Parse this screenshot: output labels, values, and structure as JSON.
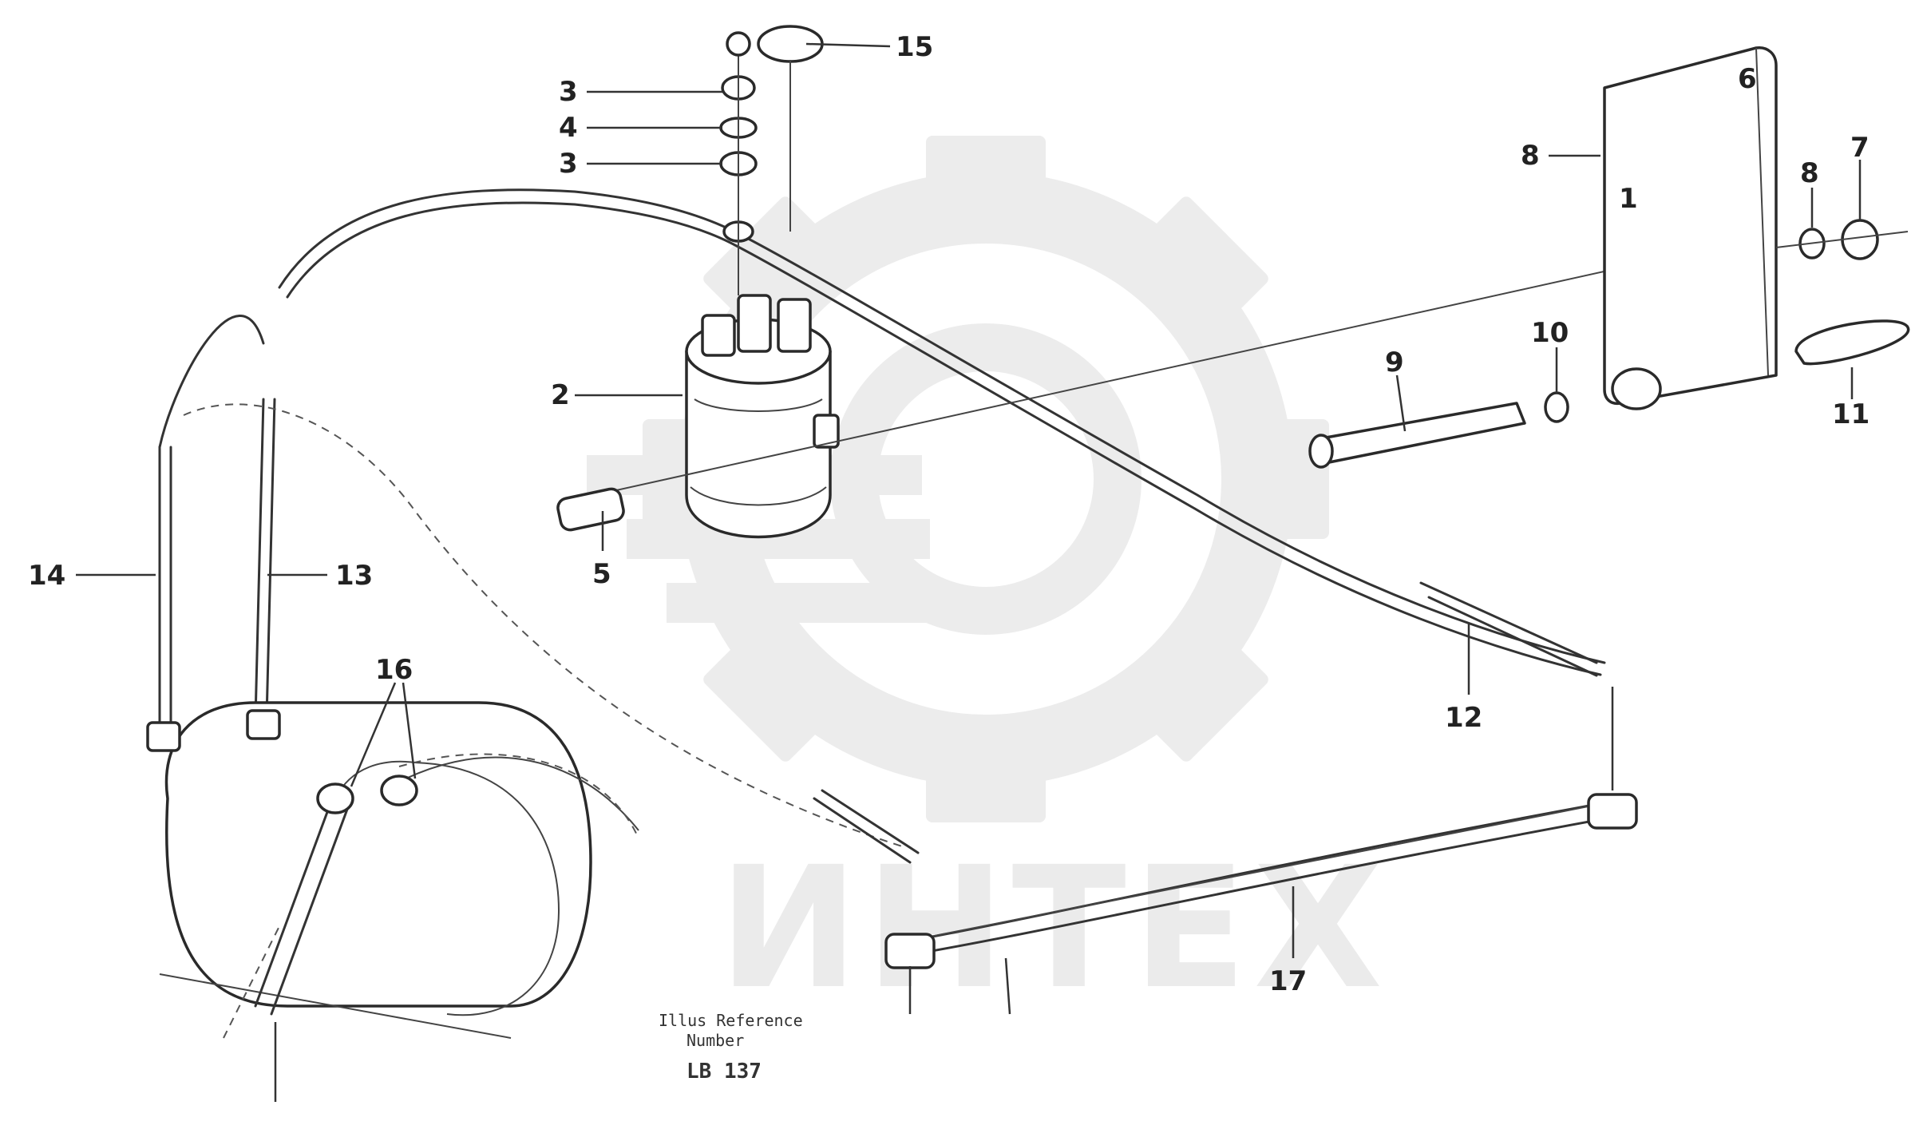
{
  "watermark": {
    "text": "ИНТЕХ",
    "logo_icon": "gear-logo-icon",
    "color": "#ebebeb"
  },
  "callouts": {
    "c1": "1",
    "c2": "2",
    "c3a": "3",
    "c3b": "3",
    "c4": "4",
    "c5": "5",
    "c6": "6",
    "c7": "7",
    "c8a": "8",
    "c8b": "8",
    "c9": "9",
    "c10": "10",
    "c11": "11",
    "c12": "12",
    "c13": "13",
    "c14": "14",
    "c15": "15",
    "c16": "16",
    "c17": "17"
  },
  "reference": {
    "line1": "Illus Reference",
    "line2": "Number",
    "code": "LB 137"
  }
}
